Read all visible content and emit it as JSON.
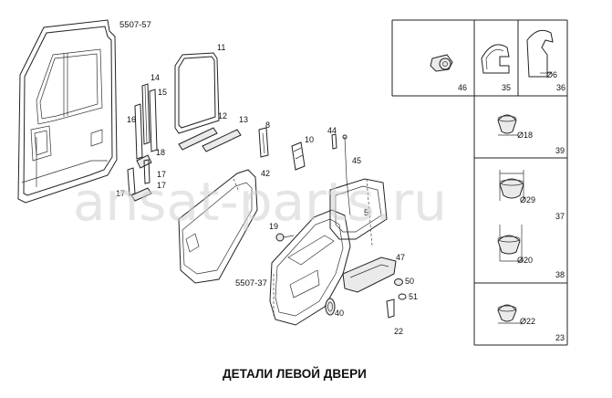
{
  "diagram": {
    "caption": "ДЕТАЛИ ЛЕВОЙ ДВЕРИ",
    "ref_door": "5507-57",
    "ref_trim": "5507-37",
    "watermark": "ansat-parts.ru",
    "labels": {
      "p11": "11",
      "p14": "14",
      "p15": "15",
      "p16": "16",
      "p12": "12",
      "p13": "13",
      "p18": "18",
      "p17a": "17",
      "p17b": "17",
      "p17c": "17",
      "p8": "8",
      "p10": "10",
      "p44": "44",
      "p45": "45",
      "p42": "42",
      "p5": "5",
      "p19": "19",
      "p47": "47",
      "p50": "50",
      "p51": "51",
      "p40": "40",
      "p22": "22"
    },
    "table": {
      "cells": [
        {
          "num": "46"
        },
        {
          "num": "35"
        },
        {
          "num": "36",
          "dim": "Ø6"
        },
        {
          "num": "39",
          "dim": "Ø18"
        },
        {
          "num": "37",
          "dim": "Ø29"
        },
        {
          "num": "38",
          "dim": "Ø20"
        },
        {
          "num": "23",
          "dim": "Ø22"
        }
      ]
    }
  }
}
